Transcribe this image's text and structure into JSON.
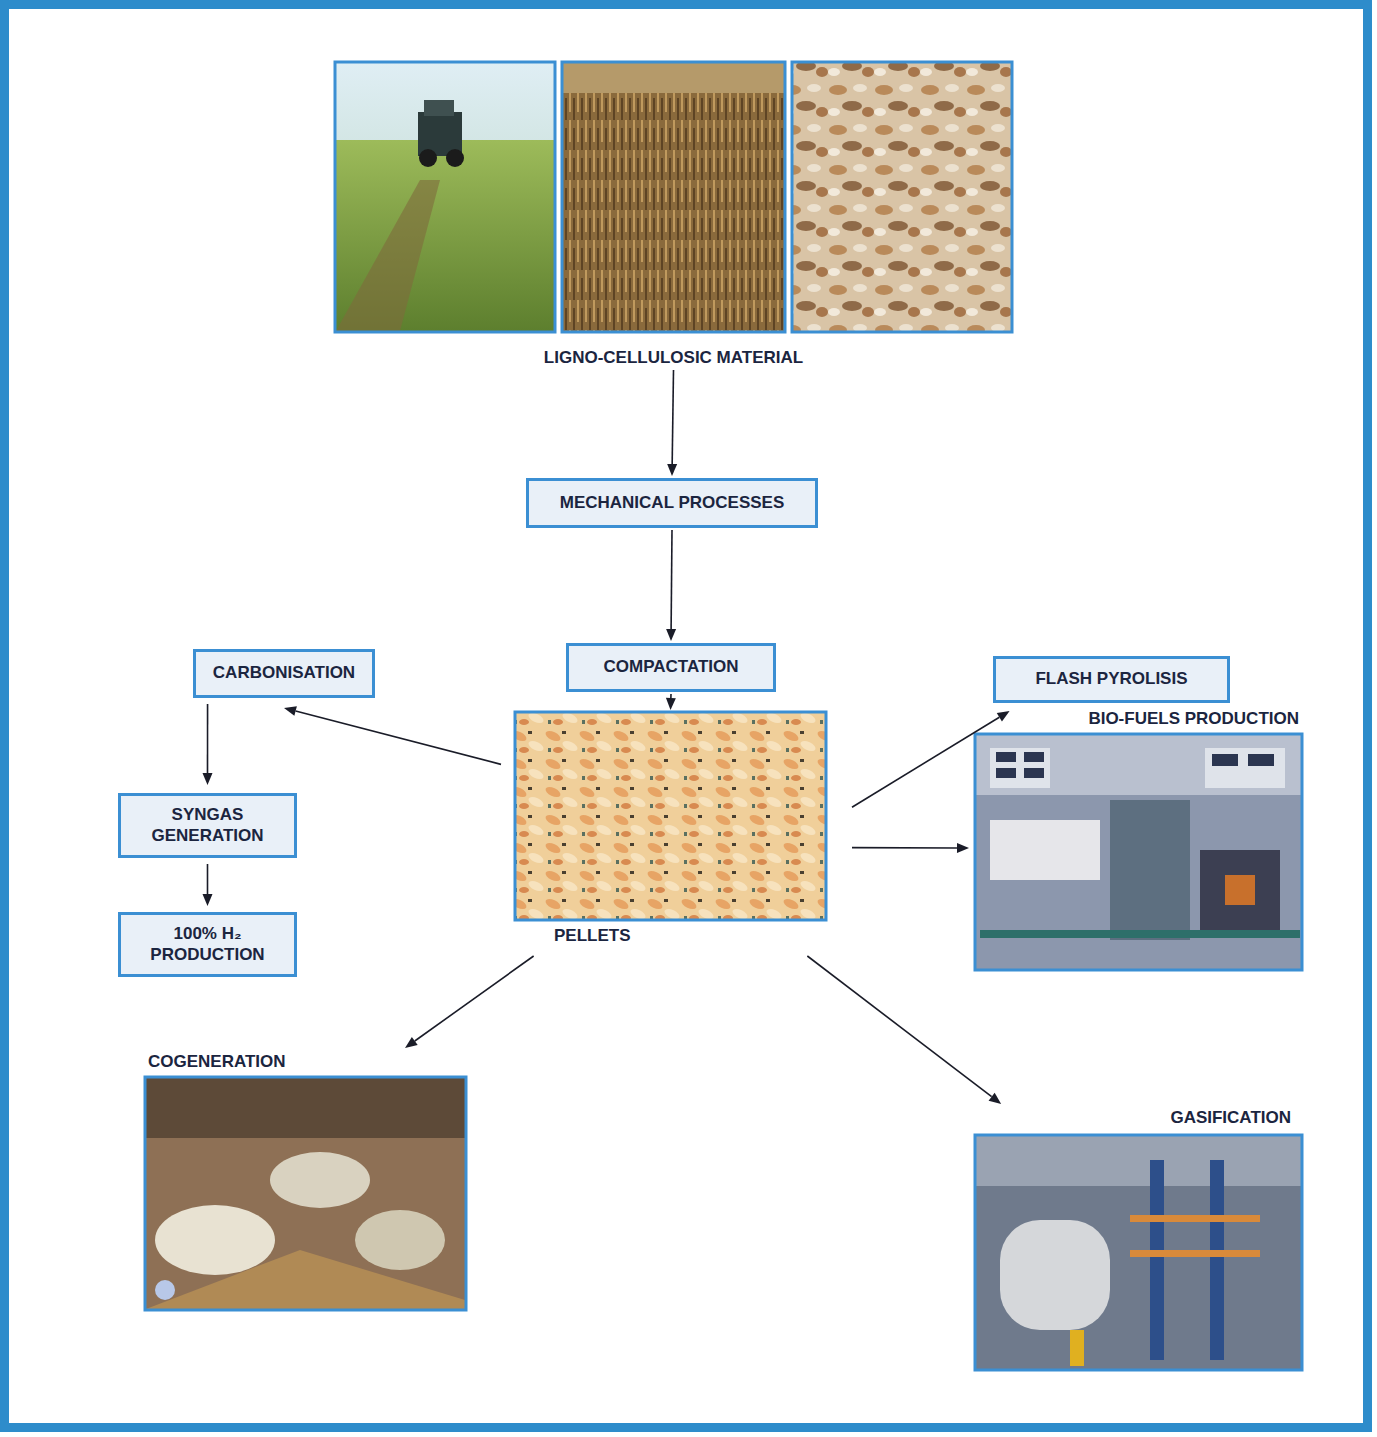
{
  "diagram": {
    "nodes": [
      {
        "text": [
          "LIGNO-CELLULOSIC MATERIAL"
        ]
      },
      {
        "text": [
          "MECHANICAL PROCESSES"
        ]
      },
      {
        "text": [
          "COMPACTATION"
        ]
      },
      {
        "text": [
          "CARBONISATION"
        ]
      },
      {
        "text": [
          "FLASH PYROLISIS"
        ]
      },
      {
        "text": [
          "PELLETS"
        ]
      },
      {
        "text": [
          "BIO-FUELS PRODUCTION"
        ]
      },
      {
        "text": [
          "SYNGAS GENERATION"
        ]
      },
      {
        "text": [
          "100% H₂ PRODUCTION"
        ]
      },
      {
        "text": [
          "COGENERATION"
        ]
      },
      {
        "text": [
          "GASIFICATION"
        ]
      }
    ],
    "edges": [
      {
        "from": 0,
        "to": 1,
        "arrow": "to"
      },
      {
        "from": 1,
        "to": 2,
        "arrow": "to"
      },
      {
        "from": 2,
        "to": 5,
        "arrow": "to"
      },
      {
        "from": 5,
        "to": 3,
        "arrow": "to"
      },
      {
        "from": 5,
        "to": 4,
        "arrow": "to"
      },
      {
        "from": 5,
        "to": 6,
        "arrow": "to"
      },
      {
        "from": 3,
        "to": 7,
        "arrow": "to"
      },
      {
        "from": 7,
        "to": 8,
        "arrow": "to"
      },
      {
        "from": 5,
        "to": 9,
        "arrow": "to"
      },
      {
        "from": 5,
        "to": 10,
        "arrow": "to"
      }
    ]
  }
}
